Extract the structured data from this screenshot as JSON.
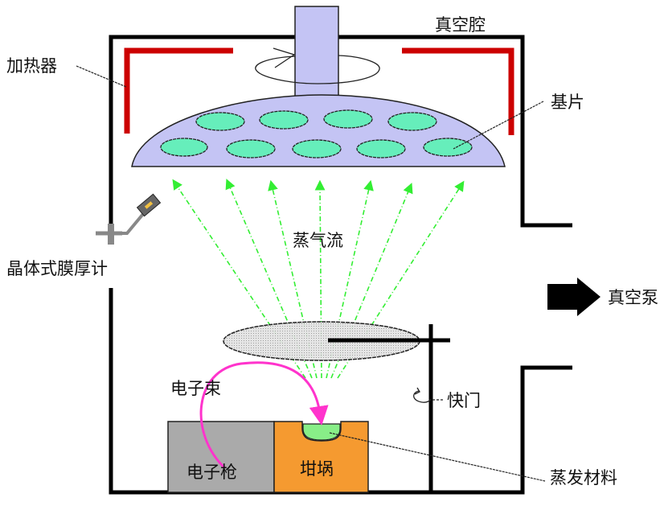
{
  "diagram": {
    "title": "电子束蒸发镀膜示意图",
    "labels": {
      "chamber": "真空腔",
      "heater": "加热器",
      "substrate": "基片",
      "thickness_monitor": "晶体式膜厚计",
      "vapor_flow": "蒸气流",
      "vacuum_pump": "真空泵",
      "electron_beam": "电子束",
      "shutter": "快门",
      "electron_gun": "电子枪",
      "crucible": "坩埚",
      "evaporation_material": "蒸发材料"
    },
    "colors": {
      "heater": "#cc0000",
      "holder": "#c4c4f4",
      "substrate": "#66eebb",
      "vapor": "#33ee33",
      "beam": "#ff33cc",
      "gun": "#aaaaaa",
      "crucible": "#f59a30",
      "material": "#88ee88",
      "shutter": "#d0d0d0",
      "sensor": "#666666",
      "walls": "#000000"
    },
    "substrate_count": 9,
    "vapor_stream_count": 7
  }
}
